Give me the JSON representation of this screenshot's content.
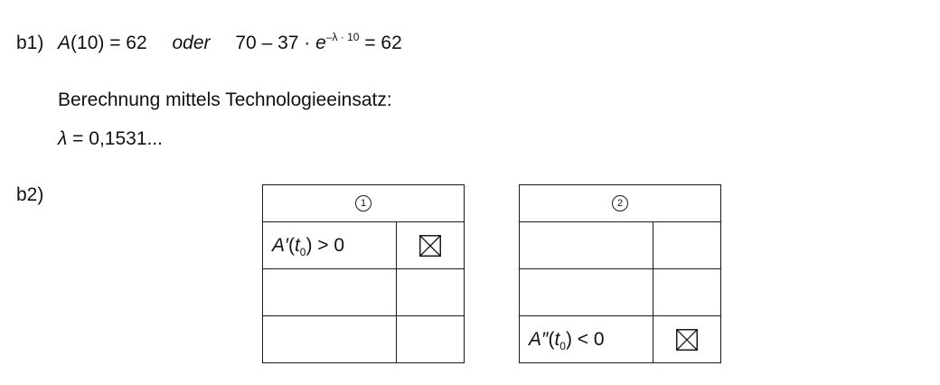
{
  "b1": {
    "label": "b1)",
    "equation": {
      "lhs_fn": "A",
      "lhs_arg": "(10) = 62",
      "connector": "oder",
      "expr_start": "70 – 37 · ",
      "base": "e",
      "exponent": "–λ · 10",
      "expr_end": " = 62"
    },
    "method_text": "Berechnung mittels Technologieeinsatz:",
    "result": {
      "symbol": "λ",
      "value": " = 0,1531..."
    }
  },
  "b2": {
    "label": "b2)",
    "tables": [
      {
        "number": "1",
        "rows": [
          {
            "statement_fn": "A′",
            "statement_arg": "t",
            "statement_sub": "0",
            "statement_rel": ") > 0",
            "checked": true
          },
          {
            "statement_fn": "",
            "statement_arg": "",
            "statement_sub": "",
            "statement_rel": "",
            "checked": false
          },
          {
            "statement_fn": "",
            "statement_arg": "",
            "statement_sub": "",
            "statement_rel": "",
            "checked": false
          }
        ]
      },
      {
        "number": "2",
        "rows": [
          {
            "statement_fn": "",
            "statement_arg": "",
            "statement_sub": "",
            "statement_rel": "",
            "checked": false
          },
          {
            "statement_fn": "",
            "statement_arg": "",
            "statement_sub": "",
            "statement_rel": "",
            "checked": false
          },
          {
            "statement_fn": "A″",
            "statement_arg": "t",
            "statement_sub": "0",
            "statement_rel": ") < 0",
            "checked": true
          }
        ]
      }
    ]
  }
}
